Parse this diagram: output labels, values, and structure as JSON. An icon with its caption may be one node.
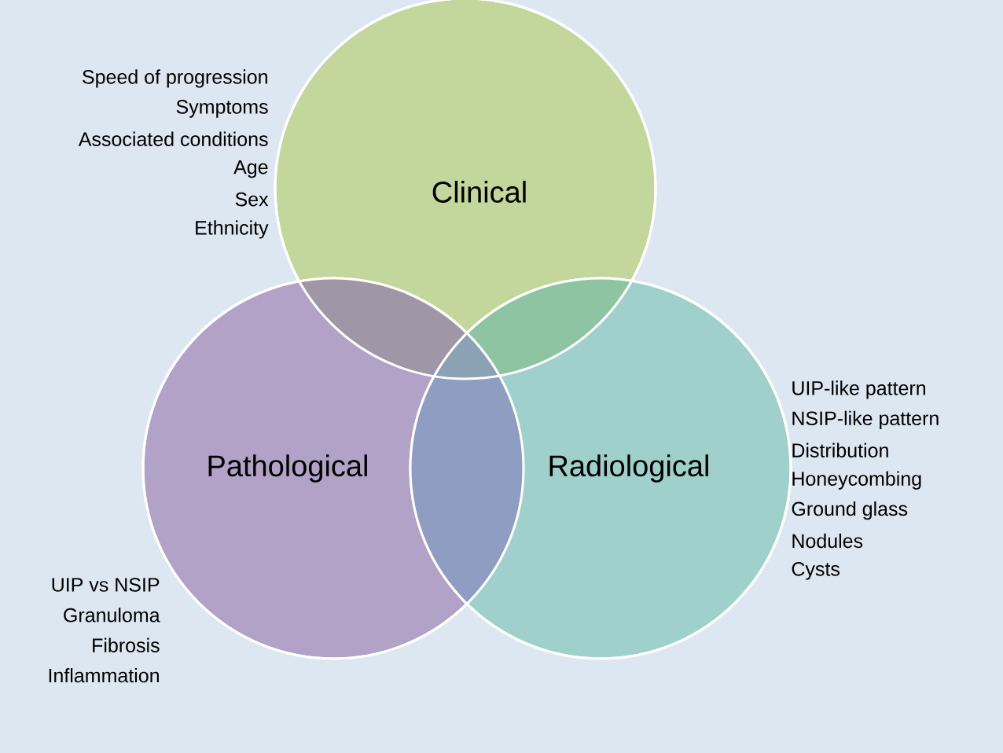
{
  "diagram": {
    "nodes": [
      {
        "text": [
          "Clinical"
        ],
        "beside": [
          "Speed of progression",
          "Symptoms",
          "Associated conditions",
          "Age",
          "Sex",
          "Ethnicity"
        ]
      },
      {
        "text": [
          "Pathological"
        ],
        "beside": [
          "UIP vs NSIP",
          "Granuloma",
          "Fibrosis",
          "Inflammation"
        ]
      },
      {
        "text": [
          "Radiological"
        ],
        "beside": [
          "UIP-like pattern",
          "NSIP-like pattern",
          "Distribution",
          "Honeycombing",
          "Ground glass",
          "Nodules",
          "Cysts"
        ]
      }
    ]
  }
}
